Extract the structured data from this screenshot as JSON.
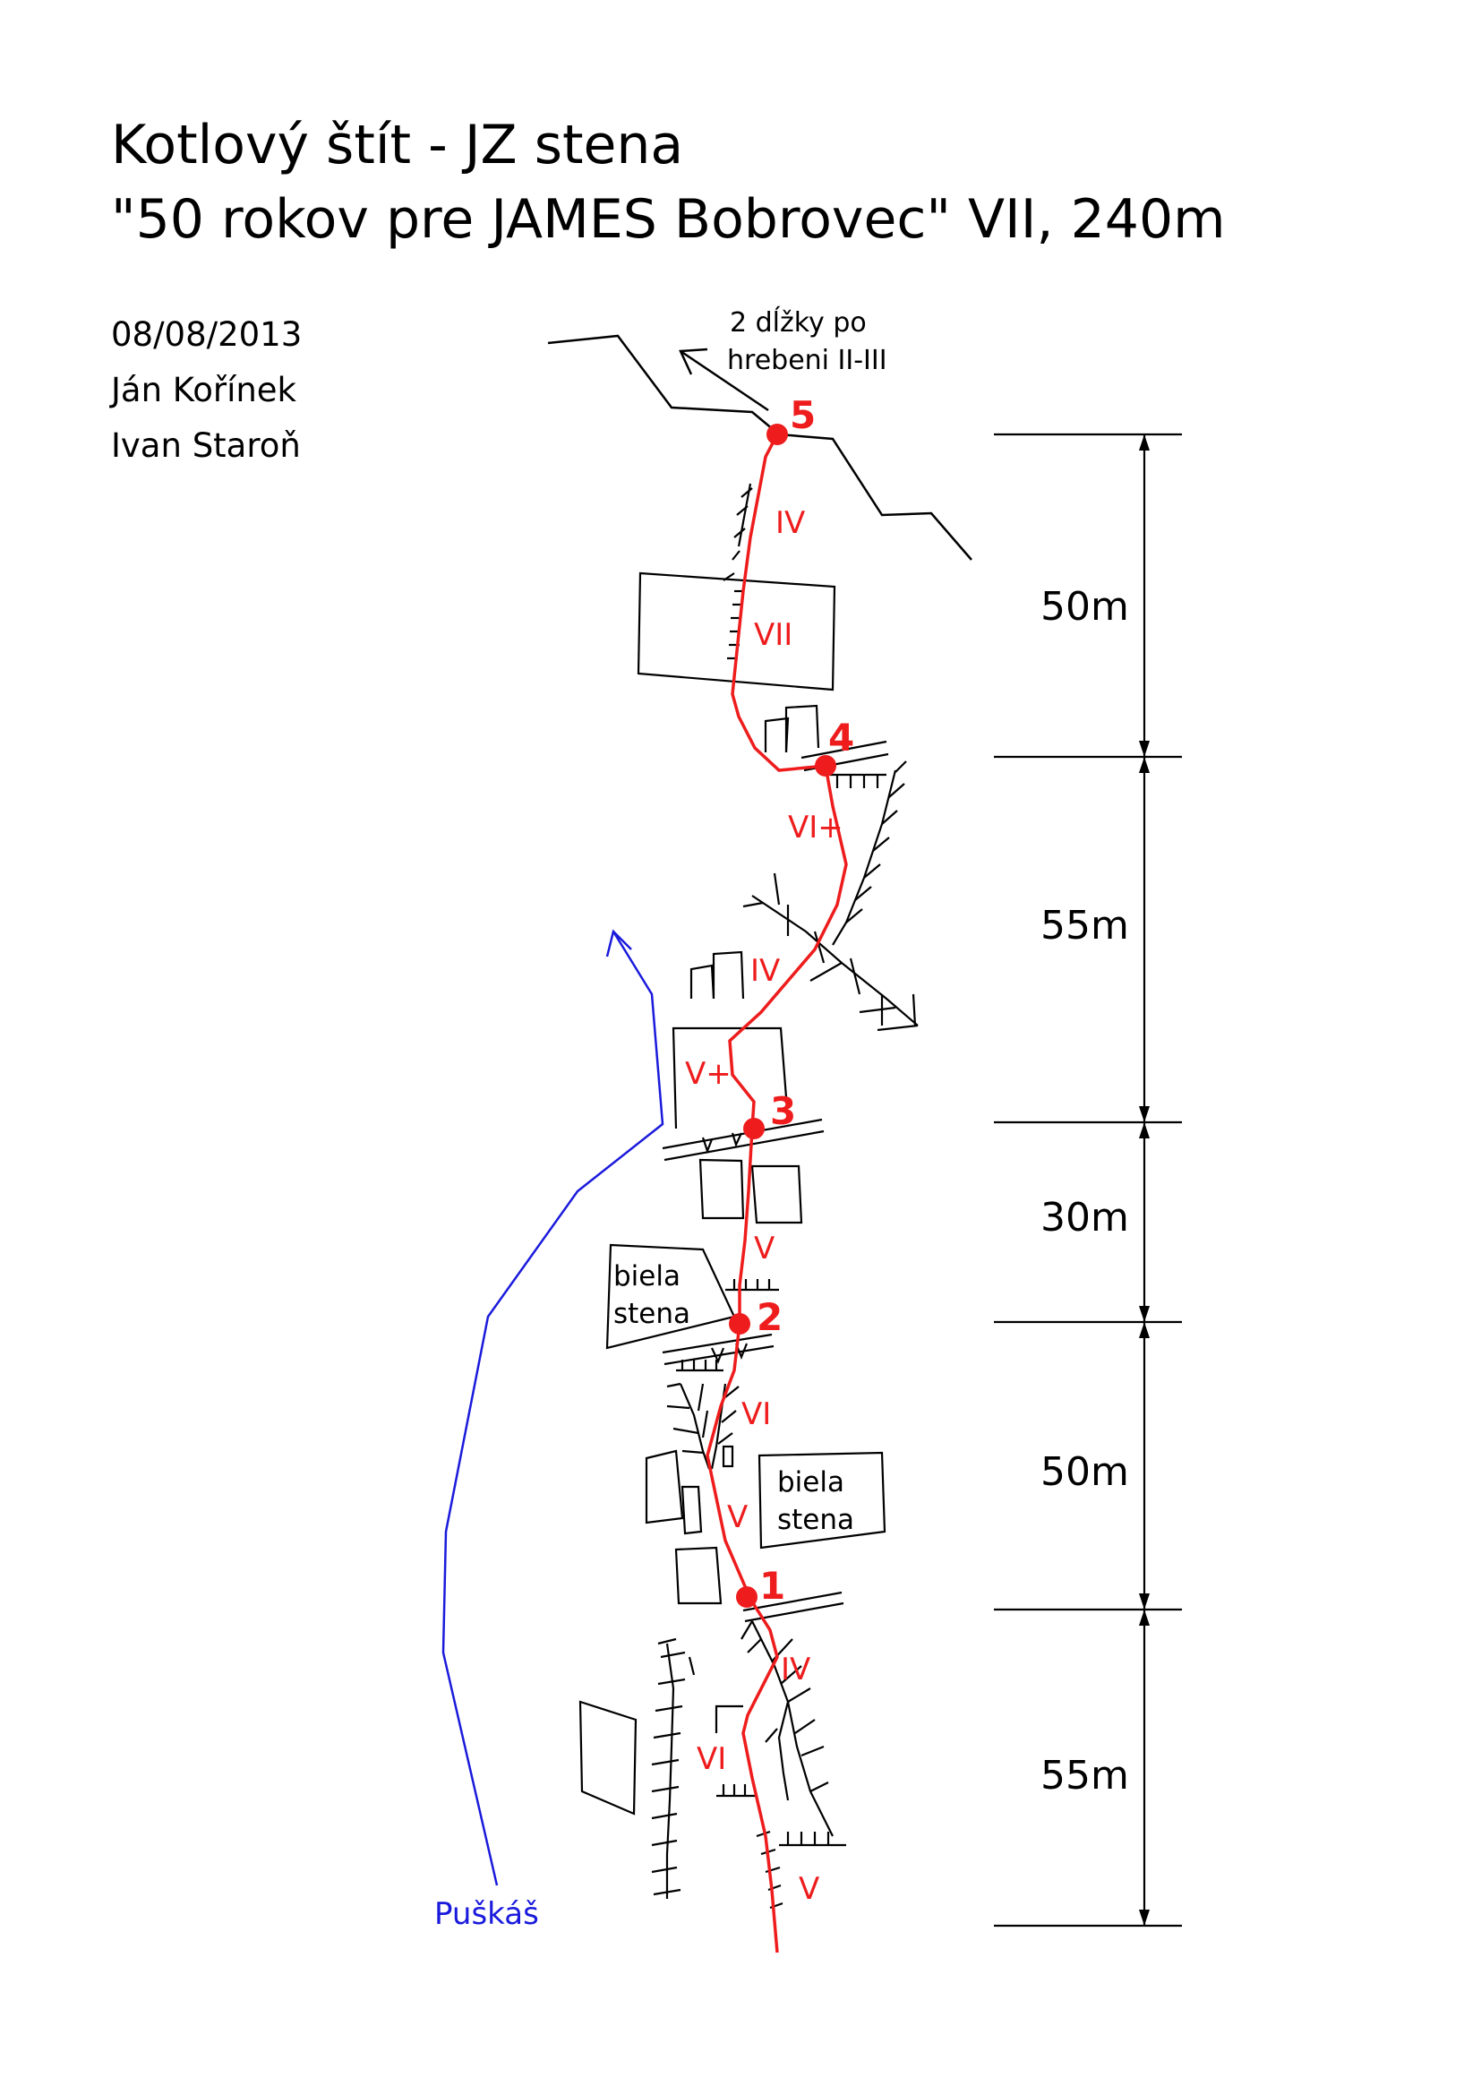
{
  "header": {
    "title_line1": "Kotlový štít - JZ stena",
    "title_line2": "\"50 rokov pre JAMES Bobrovec\" VII, 240m"
  },
  "meta": {
    "date": "08/08/2013",
    "climber1": "Ján Kořínek",
    "climber2": "Ivan Staroň"
  },
  "labels": {
    "ridge_line1": "2 dĺžky po",
    "ridge_line2": "hrebeni II-III",
    "white_wall_upper_1": "biela",
    "white_wall_upper_2": "stena",
    "white_wall_lower_1": "biela",
    "white_wall_lower_2": "stena",
    "neighbour_route": "Puškáš"
  },
  "belays": [
    "1",
    "2",
    "3",
    "4",
    "5"
  ],
  "grades": [
    "IV",
    "VII",
    "VI+",
    "IV",
    "V+",
    "V",
    "VI",
    "V",
    "IV",
    "VI",
    "V"
  ],
  "pitch_lengths": [
    "50m",
    "55m",
    "30m",
    "50m",
    "55m"
  ],
  "colors": {
    "route": "#ee1c1c",
    "neighbour_route": "#1a1adc",
    "rock": "#000000"
  }
}
